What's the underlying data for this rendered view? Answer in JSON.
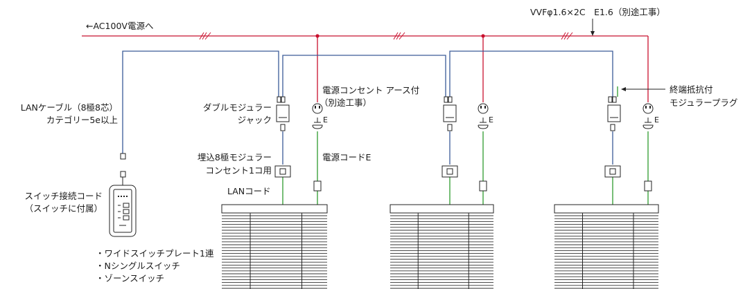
{
  "labels": {
    "ac_source": "←AC100V電源へ",
    "vvf": "VVFφ1.6×2C　E1.6（別途工事）",
    "lan_cable_1": "LANケーブル（8極8芯）",
    "lan_cable_2": "カテゴリー5e以上",
    "double_modular_1": "ダブルモジュラー",
    "double_modular_2": "ジャック",
    "outlet_1": "電源コンセント アース付",
    "outlet_2": "（別途工事）",
    "earth_mark": "E",
    "terminator_1": "終端抵抗付",
    "terminator_2": "モジュラープラグ",
    "embedded_1": "埋込8極モジュラー",
    "embedded_2": "コンセント1コ用",
    "power_cord": "電源コードE",
    "lan_cord": "LANコード",
    "switch_cord_1": "スイッチ接続コード",
    "switch_cord_2": "（スイッチに付属）",
    "switch_items": [
      "・ワイドスイッチプレート1連",
      "・Nシングルスイッチ",
      "・ゾーンスイッチ"
    ]
  }
}
